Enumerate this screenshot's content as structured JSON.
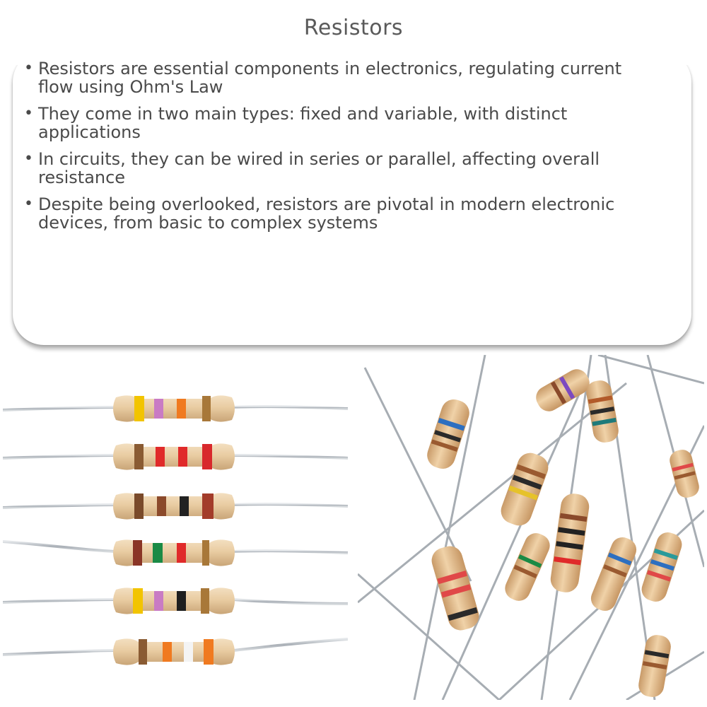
{
  "title": "Resistors",
  "bullets": [
    "Resistors are essential components in electronics, regulating current flow using Ohm's Law",
    "They come in two main types: fixed and variable, with distinct applications",
    "In circuits, they can be wired in series or parallel, affecting overall resistance",
    "Despite being overlooked, resistors are pivotal in modern electronic devices, from basic to complex systems"
  ],
  "bullet_glyph": "•",
  "images": {
    "left": {
      "description_icon": "resistor-row-photo"
    },
    "right": {
      "description_icon": "resistor-pile-photo"
    }
  },
  "colors": {
    "title": "#5a5a5a",
    "text": "#4a4a4a",
    "resistor_body": "#e6c9a0",
    "lead": "#b9bec4"
  }
}
